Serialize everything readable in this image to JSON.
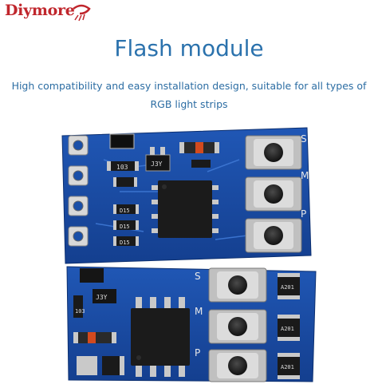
{
  "brand": {
    "logo_text": "Diymore",
    "accent_color": "#c0262c"
  },
  "header": {
    "title": "Flash module",
    "subtitle": "High compatibility and easy installation design, suitable for all types of RGB light strips",
    "title_color": "#2b72ad"
  },
  "board_top": {
    "labels": [
      "S",
      "M",
      "P"
    ],
    "chip_markings": [
      "103",
      "J3Y",
      "D15",
      "D15",
      "D15"
    ]
  },
  "board_bottom": {
    "labels": [
      "S",
      "M",
      "P"
    ],
    "chip_markings": [
      "J3Y",
      "103",
      "A201",
      "A201",
      "A201"
    ]
  },
  "pcb_color": "#1a4fa8"
}
